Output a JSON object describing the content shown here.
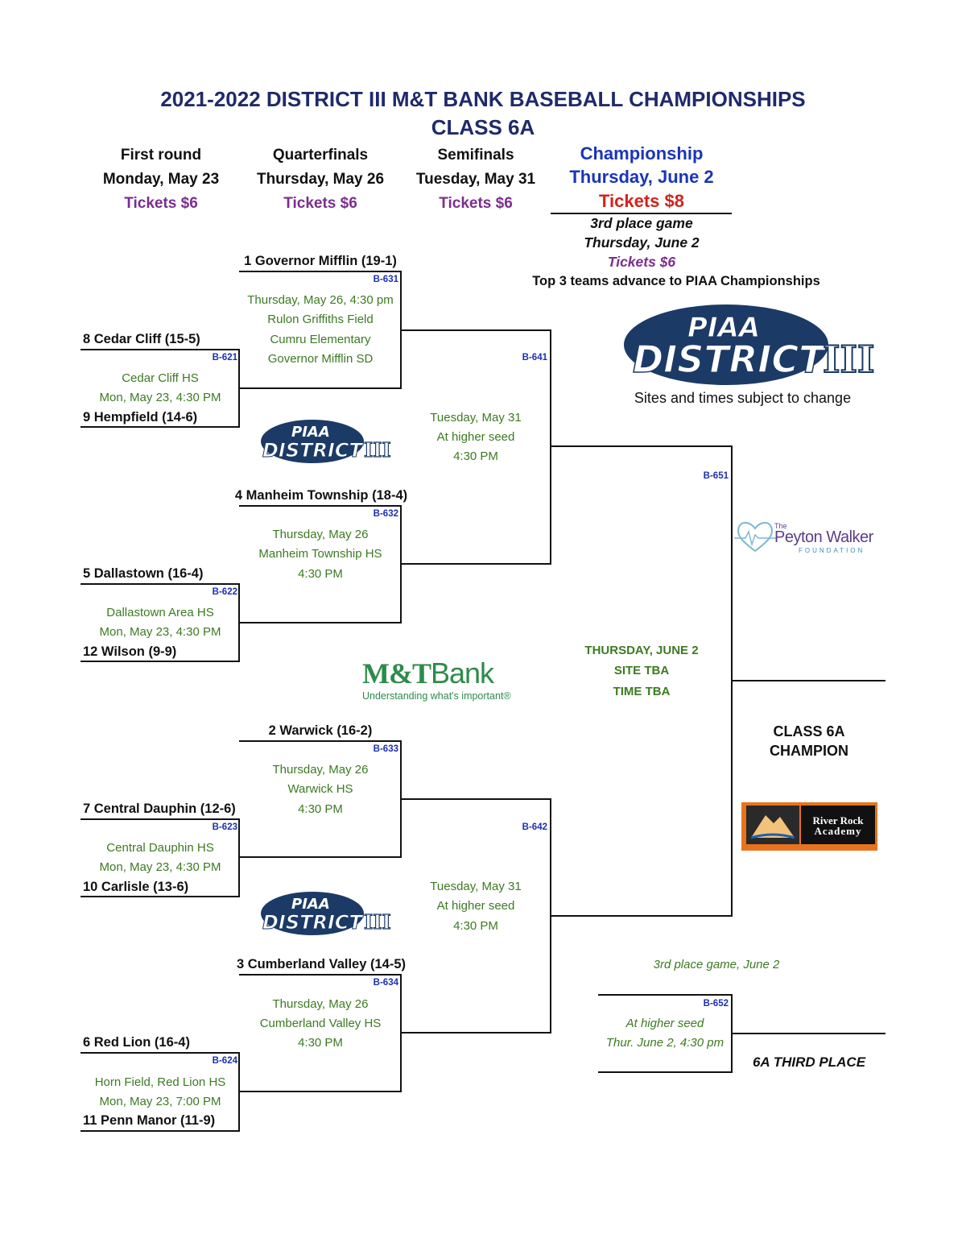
{
  "header": {
    "title": "2021-2022 DISTRICT III M&T BANK BASEBALL CHAMPIONSHIPS",
    "subtitle": "CLASS 6A"
  },
  "rounds": [
    {
      "name": "First round",
      "date": "Monday, May 23",
      "tickets": "Tickets $6"
    },
    {
      "name": "Quarterfinals",
      "date": "Thursday, May 26",
      "tickets": "Tickets $6"
    },
    {
      "name": "Semifinals",
      "date": "Tuesday, May 31",
      "tickets": "Tickets $6"
    },
    {
      "name": "Championship",
      "date": "Thursday, June 2",
      "tickets": "Tickets $8"
    }
  ],
  "third_place_header": {
    "title": "3rd place game",
    "date": "Thursday, June 2",
    "tickets": "Tickets $6",
    "note": "Top 3 teams advance to PIAA Championships"
  },
  "sites_note": "Sites and times subject to change",
  "logos": {
    "piaa_top": "PIAA",
    "piaa_bottom": "DISTRICT",
    "piaa_roman": "III",
    "peyton_the": "The",
    "peyton_name": "Peyton Walker",
    "peyton_foundation": "FOUNDATION",
    "mt_brand": "M&T",
    "mt_bank": "Bank",
    "mt_tagline": "Understanding what's important®",
    "river_rock": "River Rock",
    "river_academy": "Academy"
  },
  "first_round": [
    {
      "top": "8 Cedar Cliff (15-5)",
      "game": "B-621",
      "site": "Cedar Cliff HS",
      "time": "Mon, May 23, 4:30 PM",
      "bottom": "9 Hempfield (14-6)"
    },
    {
      "top": "5 Dallastown (16-4)",
      "game": "B-622",
      "site": "Dallastown Area HS",
      "time": "Mon, May 23, 4:30 PM",
      "bottom": "12 Wilson (9-9)"
    },
    {
      "top": "7 Central Dauphin (12-6)",
      "game": "B-623",
      "site": "Central Dauphin HS",
      "time": "Mon, May 23, 4:30 PM",
      "bottom": "10 Carlisle (13-6)"
    },
    {
      "top": "6 Red Lion (16-4)",
      "game": "B-624",
      "site": "Horn Field, Red Lion HS",
      "time": "Mon, May 23, 7:00 PM",
      "bottom": "11 Penn Manor (11-9)"
    }
  ],
  "quarterfinals": [
    {
      "team": "1 Governor Mifflin (19-1)",
      "game": "B-631",
      "lines": [
        "Thursday, May 26, 4:30 pm",
        "Rulon Griffiths Field",
        "Cumru Elementary",
        "Governor Mifflin SD"
      ]
    },
    {
      "team": "4 Manheim Township (18-4)",
      "game": "B-632",
      "lines": [
        "Thursday, May 26",
        "Manheim Township HS",
        "4:30 PM"
      ]
    },
    {
      "team": "2 Warwick (16-2)",
      "game": "B-633",
      "lines": [
        "Thursday, May 26",
        "Warwick HS",
        "4:30 PM"
      ]
    },
    {
      "team": "3 Cumberland Valley (14-5)",
      "game": "B-634",
      "lines": [
        "Thursday, May 26",
        "Cumberland Valley HS",
        "4:30 PM"
      ]
    }
  ],
  "semifinals": [
    {
      "game": "B-641",
      "lines": [
        "Tuesday, May 31",
        "At higher seed",
        "4:30 PM"
      ]
    },
    {
      "game": "B-642",
      "lines": [
        "Tuesday, May 31",
        "At higher seed",
        "4:30 PM"
      ]
    }
  ],
  "final": {
    "game": "B-651",
    "lines": [
      "THURSDAY, JUNE 2",
      "SITE TBA",
      "TIME TBA"
    ],
    "champion_line1": "CLASS 6A",
    "champion_line2": "CHAMPION"
  },
  "third_place": {
    "caption": "3rd place game, June 2",
    "game": "B-652",
    "lines": [
      "At higher seed",
      "Thur. June 2, 4:30 pm"
    ],
    "label": "6A THIRD PLACE"
  }
}
